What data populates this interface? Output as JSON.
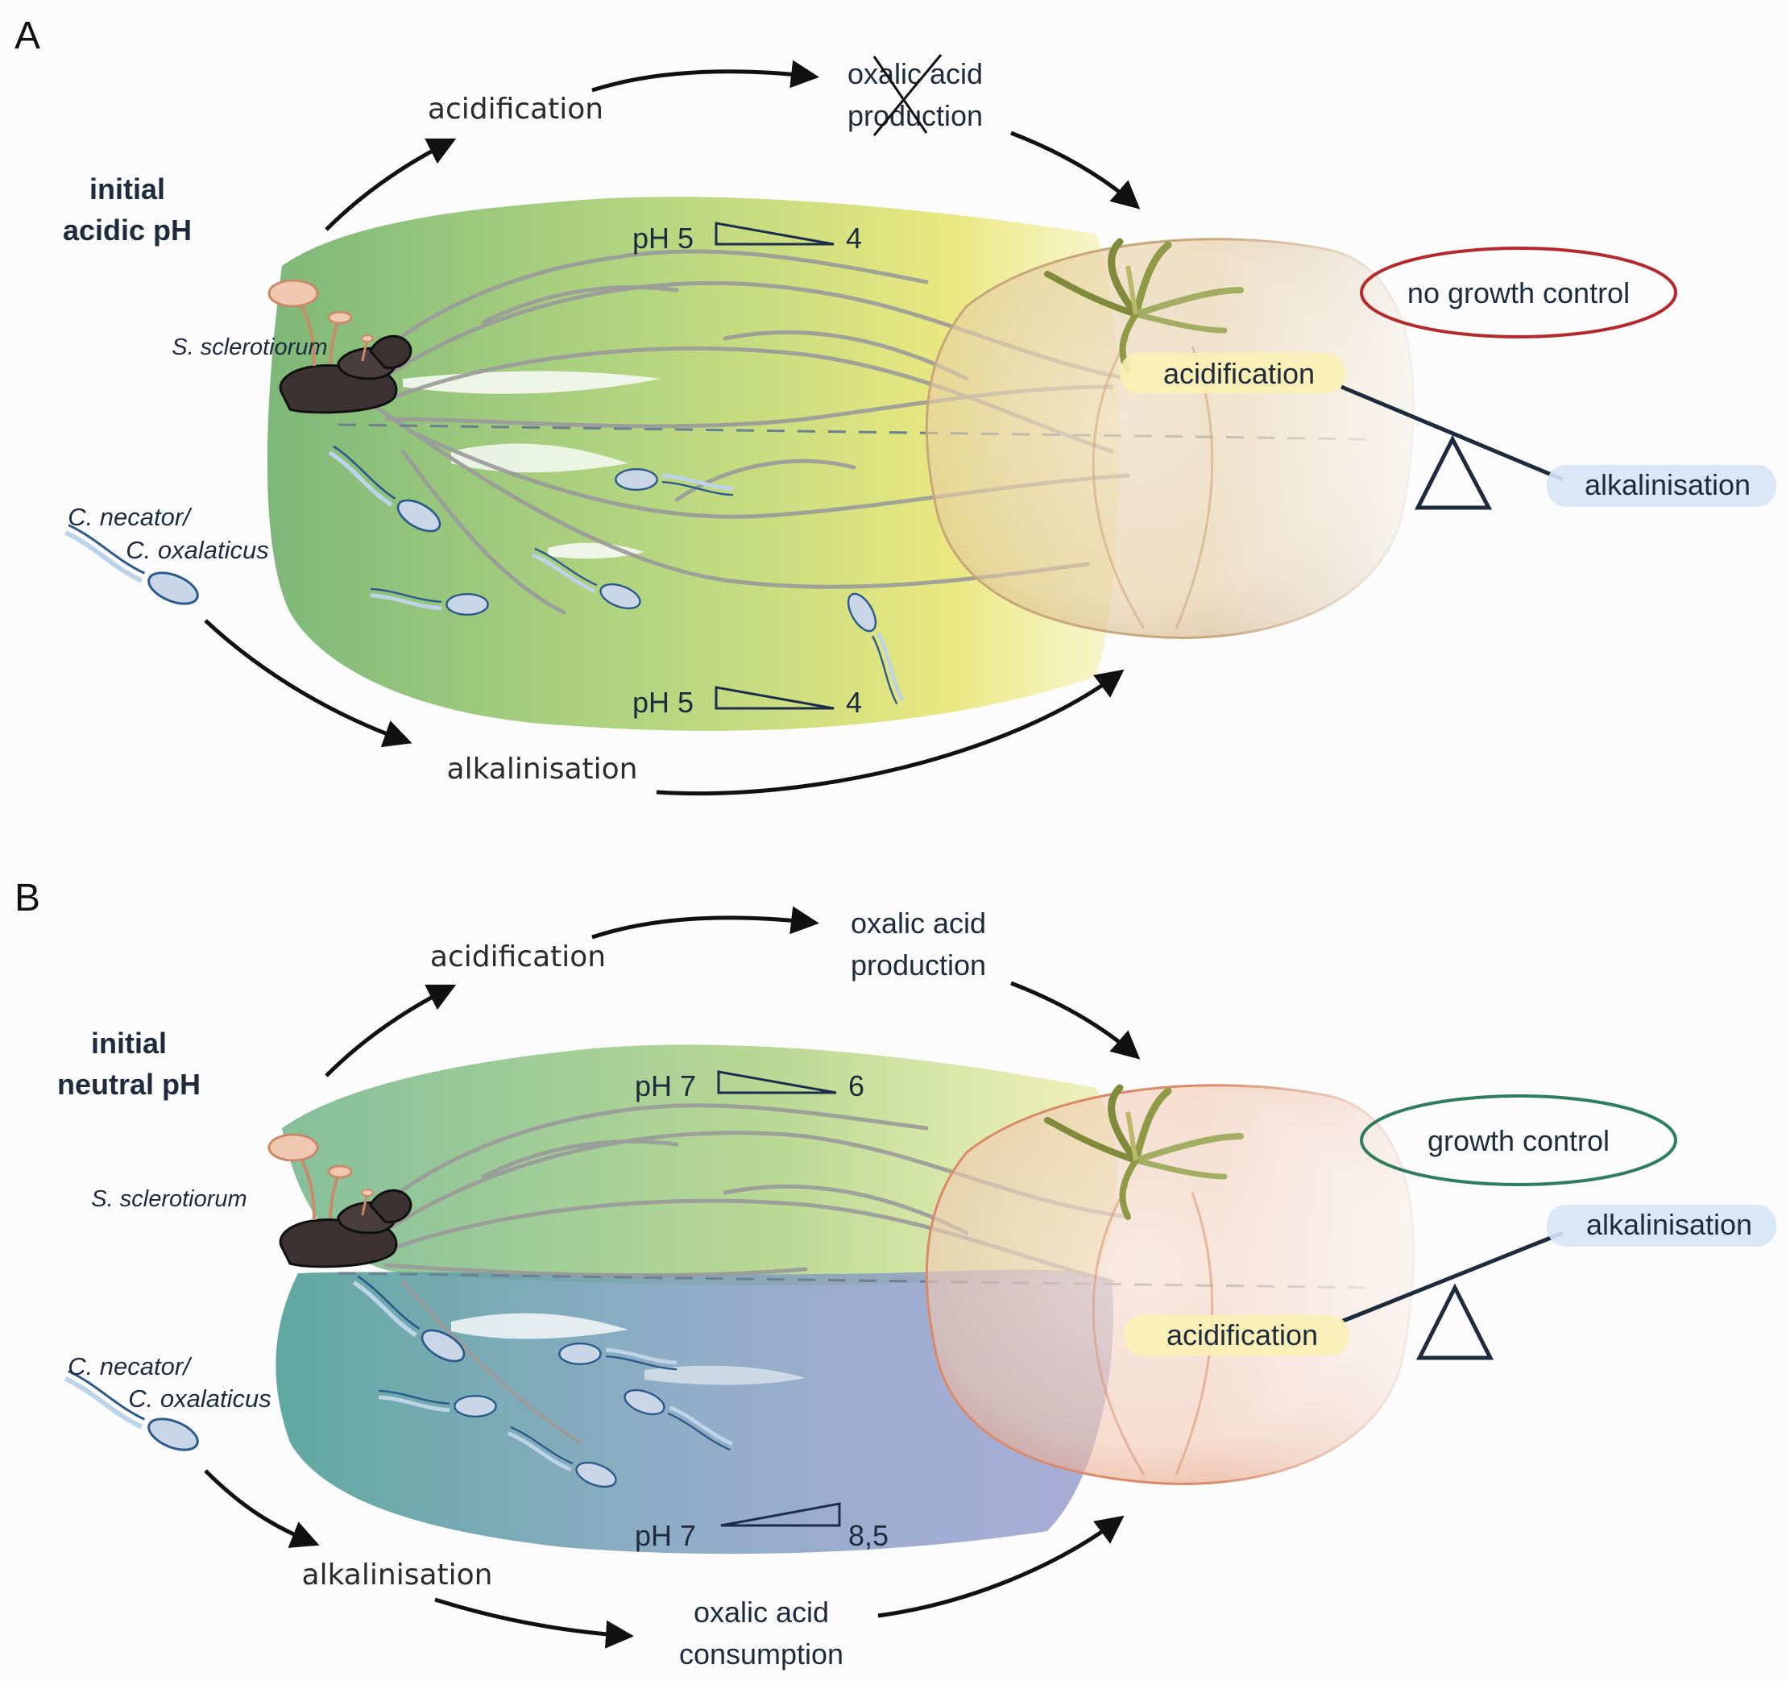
{
  "panels": [
    {
      "letter": "A",
      "initial_ph": [
        "initial",
        "acidic pH"
      ],
      "fungus_name": "S. sclerotiorum",
      "bacteria_name": [
        "C. necator/",
        "C. oxalaticus"
      ],
      "top_flow": {
        "step1": "acidification",
        "step2": [
          "oxalic acid",
          "production"
        ],
        "step2_crossed": true
      },
      "bottom_flow": {
        "step1": "alkalinisation"
      },
      "ph_upper": {
        "prefix": "pH 5",
        "end": "4",
        "direction": "decreasing"
      },
      "ph_lower": {
        "prefix": "pH 5",
        "end": "4",
        "direction": "decreasing"
      },
      "outcome": "no growth control",
      "outcome_color": "#b5292c",
      "balance": {
        "high": "acidification",
        "low": "alkalinisation",
        "tilt": "acidification-heavy"
      }
    },
    {
      "letter": "B",
      "initial_ph": [
        "initial",
        "neutral pH"
      ],
      "fungus_name": "S. sclerotiorum",
      "bacteria_name": [
        "C. necator/",
        "C. oxalaticus"
      ],
      "top_flow": {
        "step1": "acidification",
        "step2": [
          "oxalic acid",
          "production"
        ],
        "step2_crossed": false
      },
      "bottom_flow": {
        "step1": "alkalinisation",
        "step2": [
          "oxalic acid",
          "consumption"
        ]
      },
      "ph_upper": {
        "prefix": "pH 7",
        "end": "6",
        "direction": "decreasing"
      },
      "ph_lower": {
        "prefix": "pH 7",
        "end": "8,5",
        "direction": "increasing"
      },
      "outcome": "growth control",
      "outcome_color": "#2e7d5e",
      "balance": {
        "high": "alkalinisation",
        "low": "acidification",
        "tilt": "alkalinisation-heavy"
      }
    }
  ],
  "colors": {
    "acid_zone": "#c9d94a",
    "green_zone": "#7fb86a",
    "blue_zone": "#8e98c8",
    "teal_zone": "#5aa39a",
    "acid_tag": "#fbf0b4",
    "alkali_tag": "#d6e4f6",
    "hyphae": "#9a9a9a",
    "tomato_A": "#d9b98a",
    "tomato_B": "#e59b7a"
  },
  "icons": [
    "sclerotia-mushroom-icon",
    "bacterium-icon",
    "tomato-icon",
    "balance-scale-icon",
    "ph-gradient-wedge-icon",
    "curved-arrow-icon"
  ]
}
